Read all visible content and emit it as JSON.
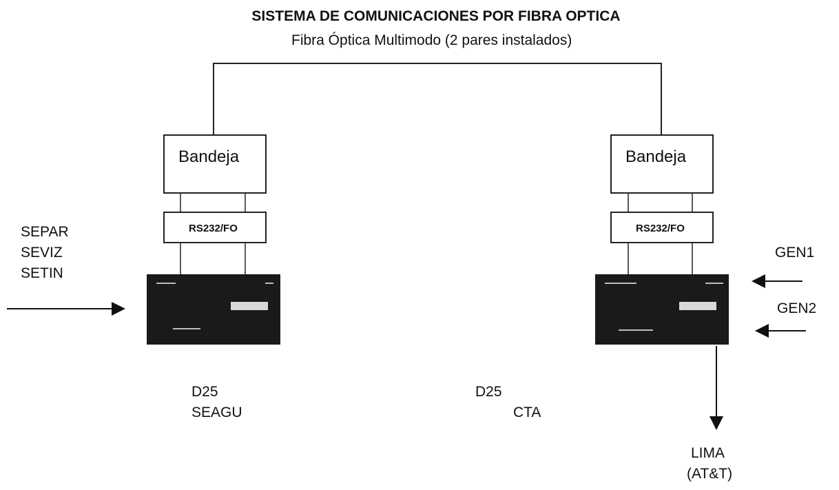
{
  "title": "SISTEMA DE COMUNICACIONES POR FIBRA OPTICA",
  "subtitle": "Fibra Óptica Multimodo (2 pares instalados)",
  "left_site": {
    "tray_label": "Bandeja",
    "converter_label": "RS232/FO",
    "inputs": [
      "SEPAR",
      "SEVIZ",
      "SETIN"
    ],
    "device_name": "D25",
    "site_name": "SEAGU"
  },
  "right_site": {
    "tray_label": "Bandeja",
    "converter_label": "RS232/FO",
    "inputs": [
      "GEN1",
      "GEN2"
    ],
    "output": [
      "LIMA",
      "(AT&T)"
    ]
  },
  "center_label": {
    "device_name": "D25",
    "site_name": "CTA"
  },
  "colors": {
    "line": "#222222",
    "device_body": "#1a1a1a"
  }
}
